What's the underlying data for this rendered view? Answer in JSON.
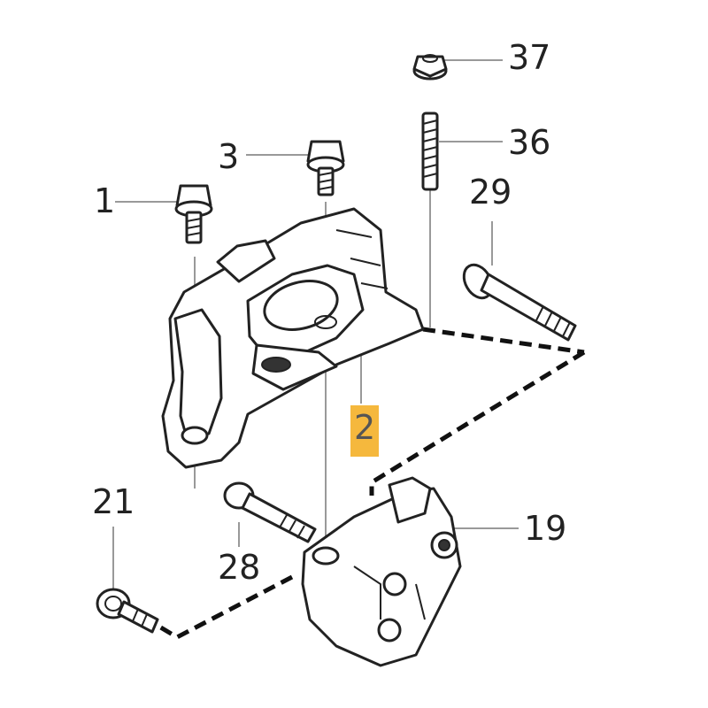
{
  "callouts": [
    {
      "id": "37",
      "label": "37",
      "highlighted": false
    },
    {
      "id": "36",
      "label": "36",
      "highlighted": false
    },
    {
      "id": "3",
      "label": "3",
      "highlighted": false
    },
    {
      "id": "29",
      "label": "29",
      "highlighted": false
    },
    {
      "id": "1",
      "label": "1",
      "highlighted": false
    },
    {
      "id": "2",
      "label": "2",
      "highlighted": true
    },
    {
      "id": "21",
      "label": "21",
      "highlighted": false
    },
    {
      "id": "19",
      "label": "19",
      "highlighted": false
    },
    {
      "id": "28",
      "label": "28",
      "highlighted": false
    }
  ],
  "colors": {
    "highlight": "#f5b83d",
    "line": "#222222",
    "leader": "#999999"
  }
}
